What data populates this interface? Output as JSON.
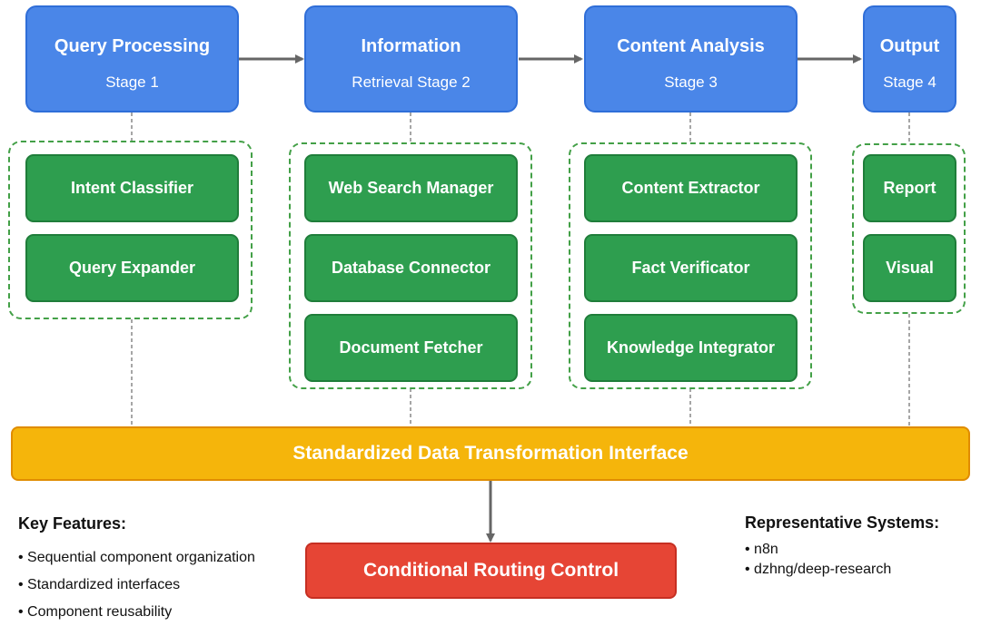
{
  "stages": [
    {
      "title": "Query Processing",
      "subtitle": "Stage 1",
      "components": [
        "Intent Classifier",
        "Query Expander"
      ]
    },
    {
      "title": "Information",
      "subtitle": "Retrieval Stage 2",
      "components": [
        "Web Search Manager",
        "Database Connector",
        "Document Fetcher"
      ]
    },
    {
      "title": "Content Analysis",
      "subtitle": "Stage 3",
      "components": [
        "Content Extractor",
        "Fact Verificator",
        "Knowledge Integrator"
      ]
    },
    {
      "title": "Output",
      "subtitle": "Stage 4",
      "components": [
        "Report",
        "Visual"
      ]
    }
  ],
  "interface": {
    "label": "Standardized Data Transformation Interface"
  },
  "routing": {
    "label": "Conditional Routing Control"
  },
  "key_features": {
    "title": "Key Features:",
    "items": [
      "• Sequential component organization",
      "• Standardized interfaces",
      "• Component reusability"
    ]
  },
  "representative_systems": {
    "title": "Representative Systems:",
    "items": [
      "• n8n",
      "• dzhng/deep-research"
    ]
  },
  "colors": {
    "stage": "#4a86e8",
    "component": "#2e9e4f",
    "interface": "#f5b50b",
    "routing": "#e64535",
    "connector": "#666666"
  }
}
